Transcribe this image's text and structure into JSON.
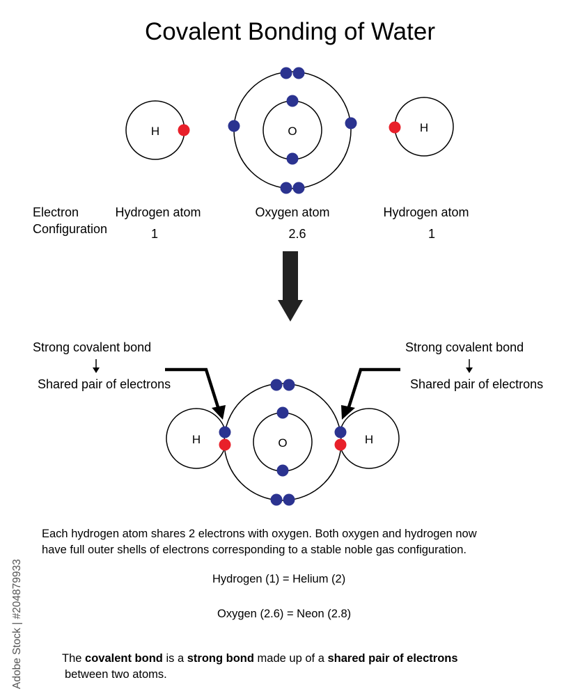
{
  "title": "Covalent Bonding of Water",
  "colors": {
    "electron": "#2b3390",
    "hydrogen_electron": "#e8202a",
    "line": "#000000"
  },
  "top_diagram": {
    "left_hydrogen_symbol": "H",
    "oxygen_symbol": "O",
    "right_hydrogen_symbol": "H",
    "row_label": "Electron Configuration",
    "row_label_line1": "Electron",
    "row_label_line2": "Configuration",
    "left_atom_name": "Hydrogen atom",
    "left_atom_config": "1",
    "oxygen_atom_name": "Oxygen atom",
    "oxygen_atom_config": "2.6",
    "right_atom_name": "Hydrogen atom",
    "right_atom_config": "1"
  },
  "arrow_icon": "down-arrow-icon",
  "bottom_diagram": {
    "left_hydrogen_symbol": "H",
    "oxygen_symbol": "O",
    "right_hydrogen_symbol": "H",
    "left_callout_title": "Strong covalent bond",
    "left_callout_subtitle": "Shared pair of electrons",
    "right_callout_title": "Strong covalent bond",
    "right_callout_subtitle": "Shared pair of electrons"
  },
  "explanation": {
    "line1": "Each hydrogen atom shares  2 electrons with oxygen. Both oxygen and hydrogen now",
    "line2": "have full outer shells of electrons corresponding to a stable noble gas configuration.",
    "hydrogen_equation": "Hydrogen (1)  =  Helium (2)",
    "oxygen_equation": "Oxygen (2.6) = Neon (2.8)"
  },
  "definition": {
    "part1": "The ",
    "bold1": "covalent bond",
    "part2": " is a ",
    "bold2": "strong bond",
    "part3": " made up of a ",
    "bold3": "shared pair of electrons",
    "line2": "between two atoms."
  },
  "watermark": "Adobe Stock | #204879933"
}
